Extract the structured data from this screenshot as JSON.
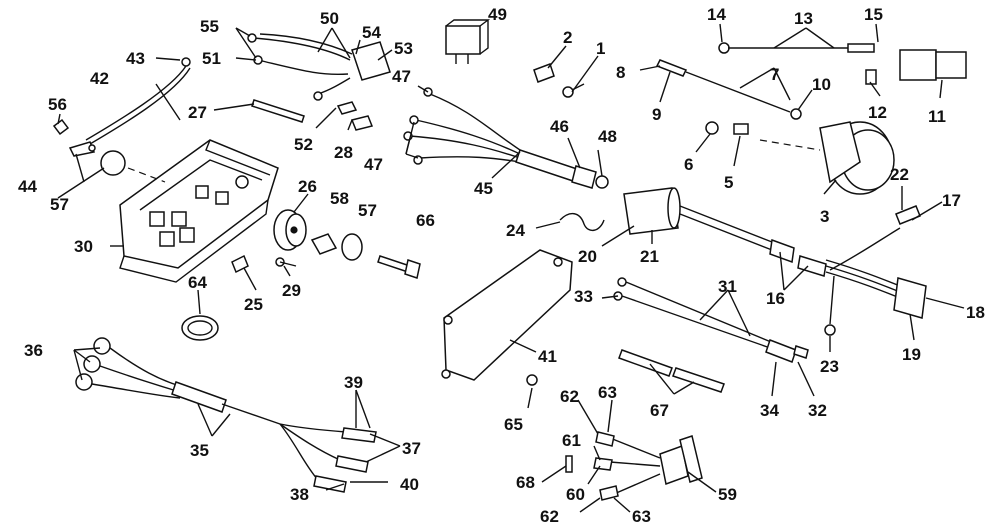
{
  "labels": {
    "p1": "1",
    "p2": "2",
    "p3": "3",
    "p5": "5",
    "p6": "6",
    "p7": "7",
    "p8": "8",
    "p9": "9",
    "p10": "10",
    "p11": "11",
    "p12": "12",
    "p13": "13",
    "p14": "14",
    "p15": "15",
    "p16": "16",
    "p17": "17",
    "p18": "18",
    "p19": "19",
    "p20": "20",
    "p21": "21",
    "p22": "22",
    "p23": "23",
    "p24": "24",
    "p25": "25",
    "p26": "26",
    "p27": "27",
    "p28": "28",
    "p29": "29",
    "p30": "30",
    "p31": "31",
    "p32": "32",
    "p33": "33",
    "p34": "34",
    "p35": "35",
    "p36": "36",
    "p37": "37",
    "p38": "38",
    "p39": "39",
    "p40": "40",
    "p41": "41",
    "p42": "42",
    "p43": "43",
    "p44": "44",
    "p45": "45",
    "p46": "46",
    "p47a": "47",
    "p47b": "47",
    "p48": "48",
    "p49": "49",
    "p50": "50",
    "p51": "51",
    "p52": "52",
    "p53": "53",
    "p54": "54",
    "p55": "55",
    "p56": "56",
    "p57a": "57",
    "p57b": "57",
    "p58": "58",
    "p59": "59",
    "p60": "60",
    "p61": "61",
    "p62a": "62",
    "p62b": "62",
    "p63a": "63",
    "p63b": "63",
    "p64": "64",
    "p65": "65",
    "p66": "66",
    "p67": "67",
    "p68": "68"
  }
}
